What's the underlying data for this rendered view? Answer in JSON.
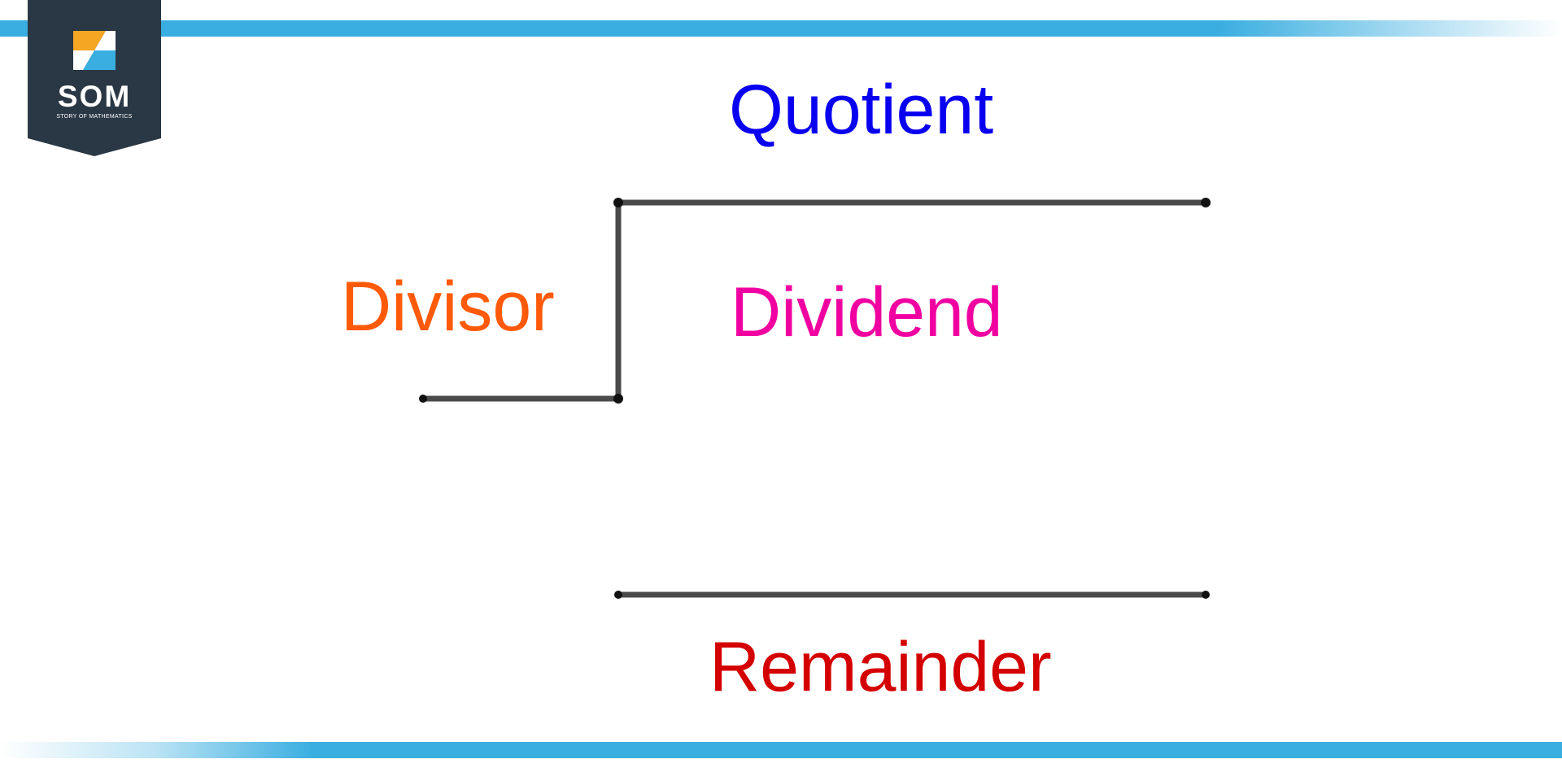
{
  "logo": {
    "abbr": "SOM",
    "full_name": "STORY OF MATHEMATICS"
  },
  "labels": {
    "quotient": "Quotient",
    "divisor": "Divisor",
    "dividend": "Dividend",
    "remainder": "Remainder"
  },
  "colors": {
    "quotient": "#0a00f0",
    "divisor": "#ff5a0a",
    "dividend": "#f000a0",
    "remainder": "#d40000",
    "lines": "#4a4a4a",
    "accent_bar": "#3aaee0",
    "logo_bg": "#2a3744",
    "logo_orange": "#f5a623",
    "logo_blue": "#3aaee0"
  }
}
